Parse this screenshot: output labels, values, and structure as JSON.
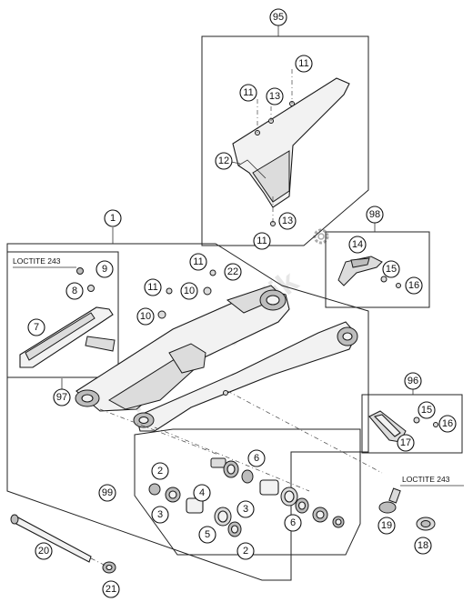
{
  "watermark": "PartsRepublik",
  "notes": {
    "loctite_top": "LOCTITE 243",
    "loctite_right": "LOCTITE 243"
  },
  "callouts": {
    "c95": "95",
    "c11a": "11",
    "c11b": "11",
    "c13a": "13",
    "c12": "12",
    "c13b": "13",
    "c11c": "11",
    "c98": "98",
    "c14": "14",
    "c15a": "15",
    "c16a": "16",
    "c1": "1",
    "c9": "9",
    "c8": "8",
    "c7": "7",
    "c97": "97",
    "c11d": "11",
    "c22": "22",
    "c11e": "11",
    "c10a": "10",
    "c10b": "10",
    "c96": "96",
    "c15b": "15",
    "c16b": "16",
    "c17": "17",
    "c2a": "2",
    "c6a": "6",
    "c99": "99",
    "c3a": "3",
    "c4": "4",
    "c3b": "3",
    "c6b": "6",
    "c5": "5",
    "c2b": "2",
    "c19": "19",
    "c18": "18",
    "c20": "20",
    "c21": "21"
  }
}
